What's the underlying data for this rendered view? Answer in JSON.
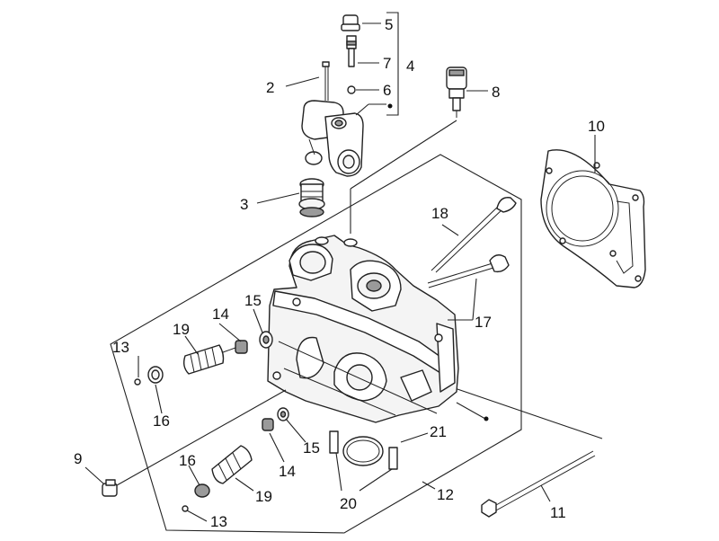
{
  "diagram": {
    "callouts": {
      "c1": "2",
      "c2": "3",
      "c3": "4",
      "c4": "5",
      "c5": "6",
      "c6": "7",
      "c7": "8",
      "c8": "9",
      "c9": "10",
      "c10": "11",
      "c11": "12",
      "c12": "13",
      "c13": "13",
      "c14": "14",
      "c15": "14",
      "c16": "15",
      "c17": "15",
      "c18": "16",
      "c19": "16",
      "c20": "17",
      "c21": "18",
      "c22": "19",
      "c23": "19",
      "c24": "20",
      "c25": "21"
    }
  }
}
